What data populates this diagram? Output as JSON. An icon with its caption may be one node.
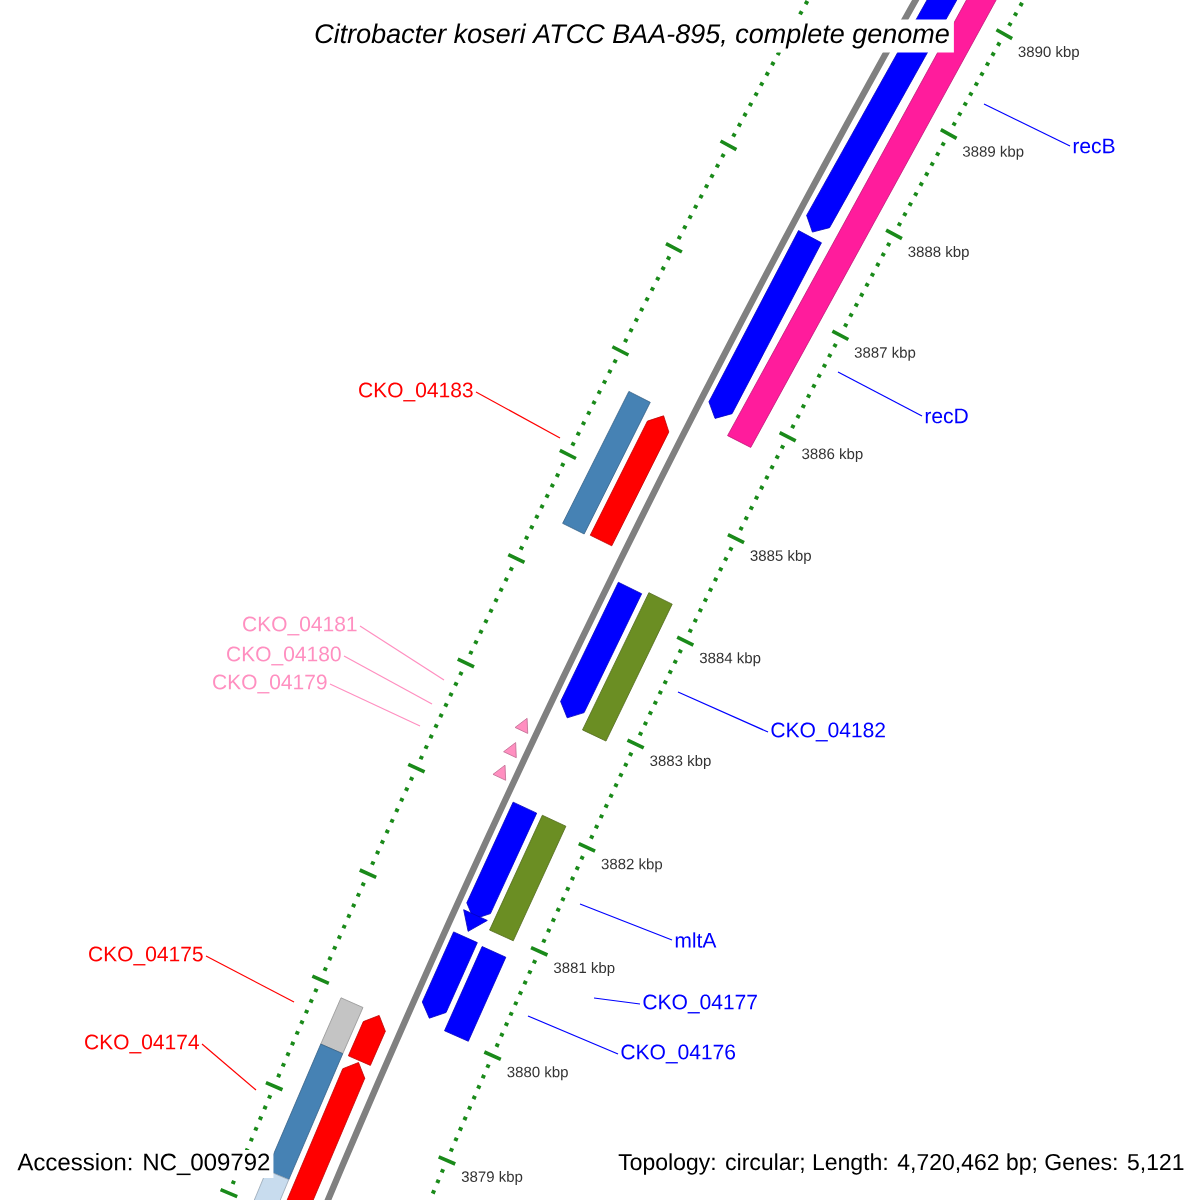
{
  "diagram": {
    "title": "Citrobacter koseri ATCC BAA-895, complete genome",
    "nodes": [
      {
        "text": [
          "recB"
        ]
      },
      {
        "text": [
          "CKO_04183"
        ]
      },
      {
        "text": [
          "recD"
        ]
      },
      {
        "text": [
          "CKO_04181"
        ]
      },
      {
        "text": [
          "CKO_04180"
        ]
      },
      {
        "text": [
          "CKO_04179"
        ]
      },
      {
        "text": [
          "CKO_04182"
        ]
      },
      {
        "text": [
          "mltA"
        ]
      },
      {
        "text": [
          "CKO_04175"
        ]
      },
      {
        "text": [
          "CKO_04177"
        ]
      },
      {
        "text": [
          "CKO_04174"
        ]
      },
      {
        "text": [
          "CKO_04176"
        ]
      }
    ],
    "edges": [
      {
        "from": 0,
        "to": null,
        "arrow": "none"
      },
      {
        "from": 1,
        "to": null,
        "arrow": "none",
        "color": "#ff0000"
      },
      {
        "from": 2,
        "to": null,
        "arrow": "none"
      },
      {
        "from": 3,
        "to": null,
        "arrow": "none",
        "color": "#ff8fc0"
      },
      {
        "from": 4,
        "to": null,
        "arrow": "none",
        "color": "#ff8fc0"
      },
      {
        "from": 5,
        "to": null,
        "arrow": "none",
        "color": "#ff8fc0"
      },
      {
        "from": 6,
        "to": null,
        "arrow": "none"
      },
      {
        "from": 7,
        "to": null,
        "arrow": "none"
      },
      {
        "from": 8,
        "to": null,
        "arrow": "none",
        "color": "#ff0000"
      },
      {
        "from": 9,
        "to": null,
        "arrow": "none"
      },
      {
        "from": 10,
        "to": null,
        "arrow": "none",
        "color": "#ff0000"
      },
      {
        "from": 11,
        "to": null,
        "arrow": "none"
      }
    ],
    "labels": [
      "3890 kbp",
      "3889 kbp",
      "3888 kbp",
      "3887 kbp",
      "3886 kbp",
      "3885 kbp",
      "3884 kbp",
      "3883 kbp",
      "3882 kbp",
      "3881 kbp",
      "3880 kbp",
      "3879 kbp",
      "Accession: NC_009792",
      "Topology: circular; Length: 4,720,462 bp; Genes: 5,121"
    ]
  }
}
